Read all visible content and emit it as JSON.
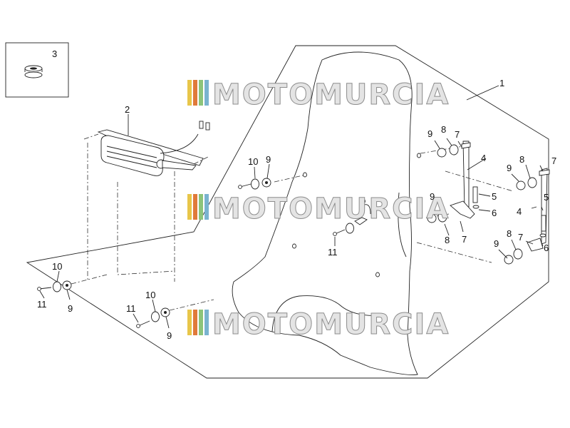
{
  "watermark": {
    "brand_text": "MOTOMURCIA",
    "stripe_colors": [
      "#e8c64a",
      "#e07a3a",
      "#8cc47a",
      "#7ab3cf"
    ]
  },
  "colors": {
    "line": "#222222",
    "watermark_fill": "#e4e4e4"
  },
  "callouts": [
    {
      "id": "c1",
      "text": "1"
    },
    {
      "id": "c2",
      "text": "2"
    },
    {
      "id": "c3",
      "text": "3"
    },
    {
      "id": "c4a",
      "text": "4"
    },
    {
      "id": "c4b",
      "text": "4"
    },
    {
      "id": "c5a",
      "text": "5"
    },
    {
      "id": "c5b",
      "text": "5"
    },
    {
      "id": "c6a",
      "text": "6"
    },
    {
      "id": "c6b",
      "text": "6"
    },
    {
      "id": "c7a",
      "text": "7"
    },
    {
      "id": "c7b",
      "text": "7"
    },
    {
      "id": "c7c",
      "text": "7"
    },
    {
      "id": "c7d",
      "text": "7"
    },
    {
      "id": "c8a",
      "text": "8"
    },
    {
      "id": "c8b",
      "text": "8"
    },
    {
      "id": "c8c",
      "text": "8"
    },
    {
      "id": "c8d",
      "text": "8"
    },
    {
      "id": "c9a",
      "text": "9"
    },
    {
      "id": "c9b",
      "text": "9"
    },
    {
      "id": "c9c",
      "text": "9"
    },
    {
      "id": "c9d",
      "text": "9"
    },
    {
      "id": "c9e",
      "text": "9"
    },
    {
      "id": "c9f",
      "text": "9"
    },
    {
      "id": "c9g",
      "text": "9"
    },
    {
      "id": "c10a",
      "text": "10"
    },
    {
      "id": "c10b",
      "text": "10"
    },
    {
      "id": "c10c",
      "text": "10"
    },
    {
      "id": "c11a",
      "text": "11"
    },
    {
      "id": "c11b",
      "text": "11"
    },
    {
      "id": "c11c",
      "text": "11"
    }
  ]
}
